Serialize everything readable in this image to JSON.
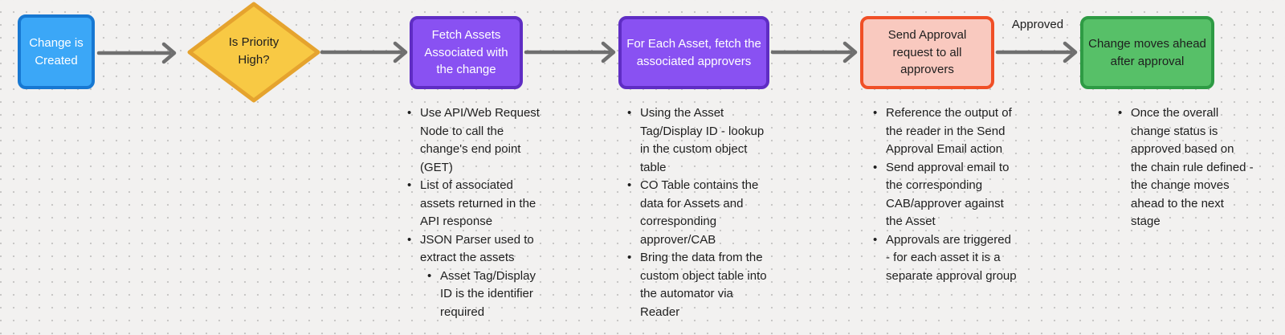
{
  "canvas": {
    "background_color": "#F2F1F0",
    "dot_color": "#C8C7C6"
  },
  "flow": {
    "arrow_color": "#6F6F6F",
    "edge_label": "Approved",
    "nodes": [
      {
        "label": "Change is Created",
        "shape": "rounded-rect",
        "fill": "#3BA7F7",
        "border": "#1778D2",
        "text_color": "#FFFFFF"
      },
      {
        "label": "Is Priority High?",
        "shape": "diamond",
        "fill": "#F8C944",
        "border": "#E5A32E",
        "text_color": "#1E1E1E"
      },
      {
        "label": "Fetch Assets Associated with the change",
        "shape": "rounded-rect",
        "fill": "#8951F2",
        "border": "#5F2DC4",
        "text_color": "#FFFFFF"
      },
      {
        "label": "For Each Asset, fetch the associated approvers",
        "shape": "rounded-rect",
        "fill": "#8951F2",
        "border": "#5F2DC4",
        "text_color": "#FFFFFF"
      },
      {
        "label": "Send Approval request to all approvers",
        "shape": "rounded-rect",
        "fill": "#F9C9BF",
        "border": "#F04F26",
        "text_color": "#1E1E1E"
      },
      {
        "label": "Change moves ahead after approval",
        "shape": "rounded-rect",
        "fill": "#57C068",
        "border": "#2E9B44",
        "text_color": "#1E1E1E"
      }
    ]
  },
  "notes": {
    "fetch_assets": {
      "items": [
        "Use API/Web Request Node to call the change's end point (GET)",
        "List of associated assets returned in the API response",
        "JSON Parser used to extract the assets"
      ],
      "sub_items": [
        "Asset Tag/Display ID is the identifier required"
      ]
    },
    "fetch_approvers": {
      "items": [
        "Using the Asset Tag/Display ID - lookup in the custom object table",
        "CO Table contains the data for Assets and corresponding approver/CAB",
        "Bring the data from the custom object table into the automator via Reader"
      ]
    },
    "send_approval": {
      "items": [
        "Reference the output of the reader in the Send Approval Email action",
        "Send approval email to the corresponding CAB/approver against the Asset",
        "Approvals are triggered - for each asset it is a separate approval group"
      ]
    },
    "change_ahead": {
      "items": [
        "Once the overall change status is approved based on the chain rule defined - the change moves ahead to the next stage"
      ]
    }
  }
}
